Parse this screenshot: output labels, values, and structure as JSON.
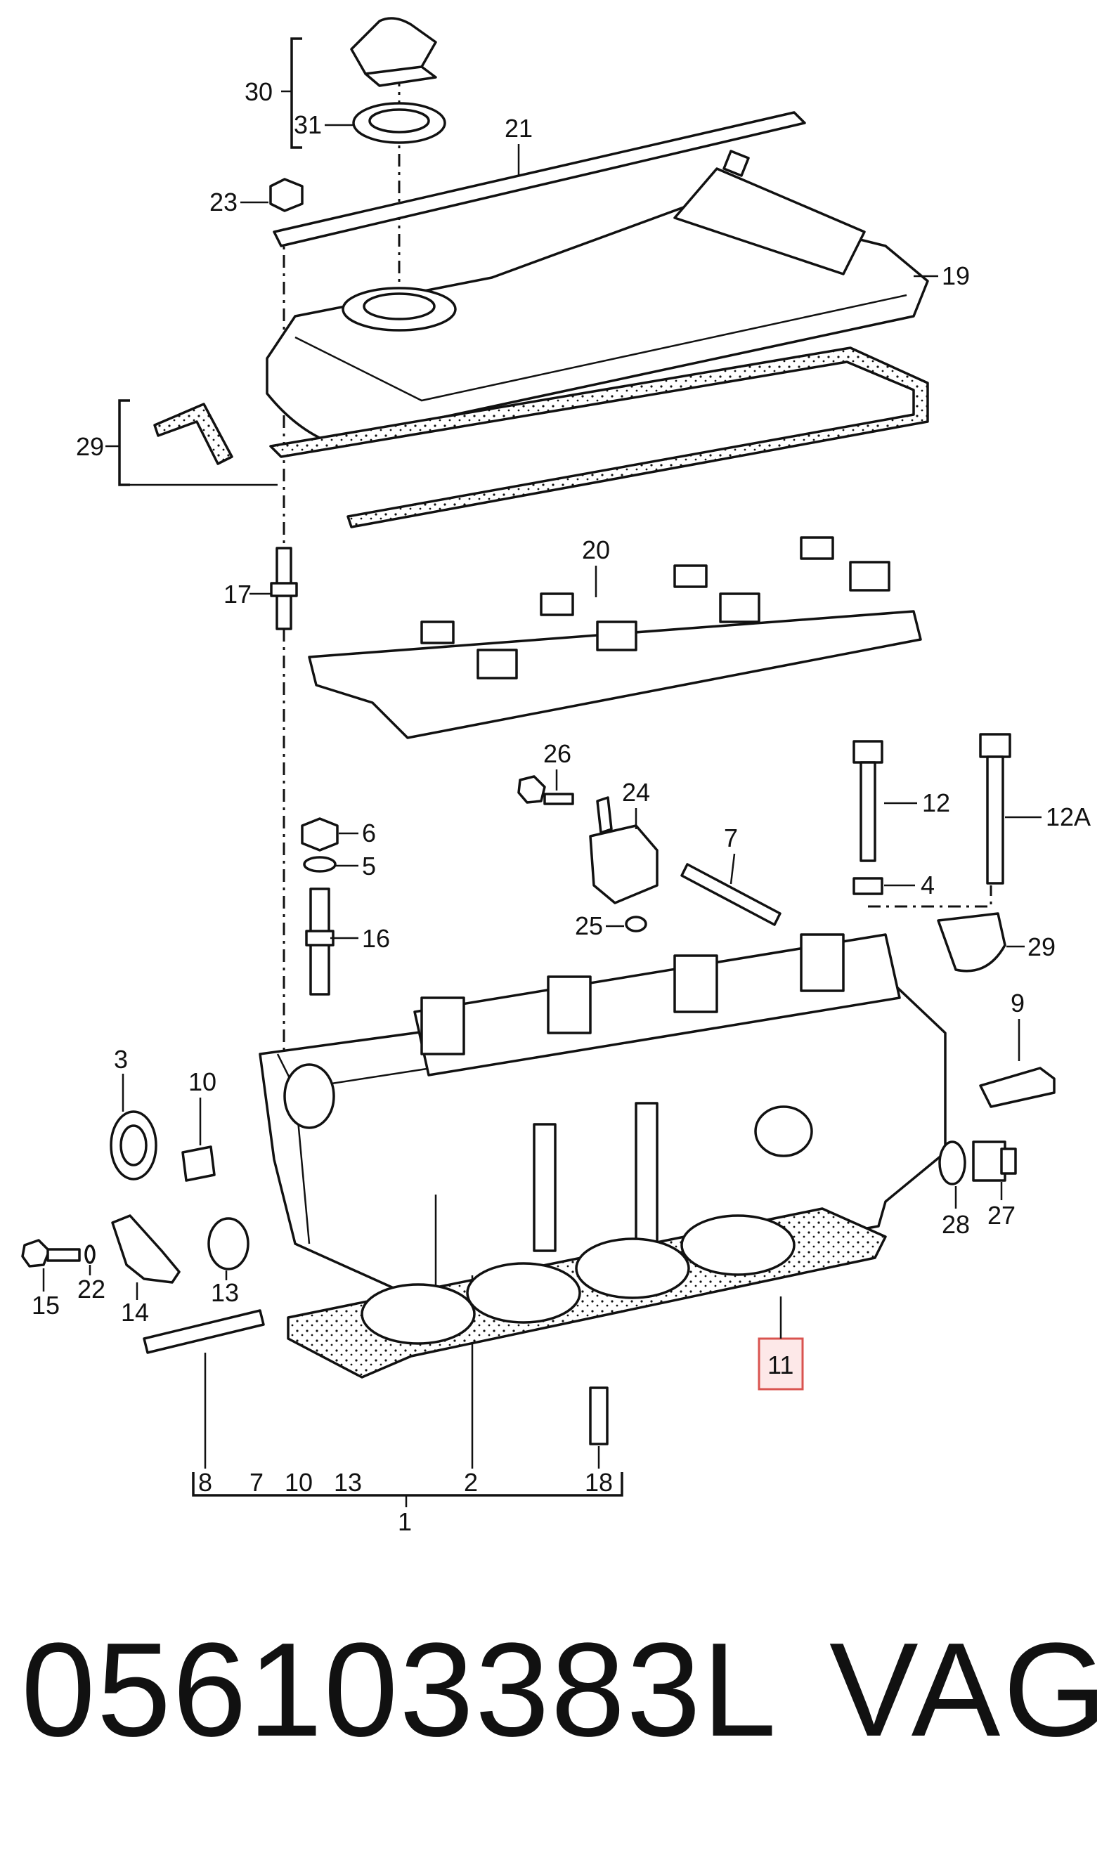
{
  "labels": {
    "l1": "1",
    "l2": "2",
    "l3": "3",
    "l4": "4",
    "l5": "5",
    "l6": "6",
    "l7a": "7",
    "l7b": "7",
    "l8": "8",
    "l9": "9",
    "l10a": "10",
    "l10b": "10",
    "l11": "11",
    "l12": "12",
    "l12a": "12A",
    "l13a": "13",
    "l13b": "13",
    "l14": "14",
    "l15": "15",
    "l16": "16",
    "l17": "17",
    "l18": "18",
    "l19": "19",
    "l20": "20",
    "l21": "21",
    "l22": "22",
    "l23": "23",
    "l24": "24",
    "l25": "25",
    "l26": "26",
    "l27": "27",
    "l28": "28",
    "l29a": "29",
    "l29b": "29",
    "l30": "30",
    "l31": "31"
  },
  "highlight": {
    "label": "11",
    "border_color": "#d9534f",
    "fill_color": "#fde8e8"
  },
  "footer": {
    "part_number": "056103383L",
    "brand": "VAG"
  }
}
